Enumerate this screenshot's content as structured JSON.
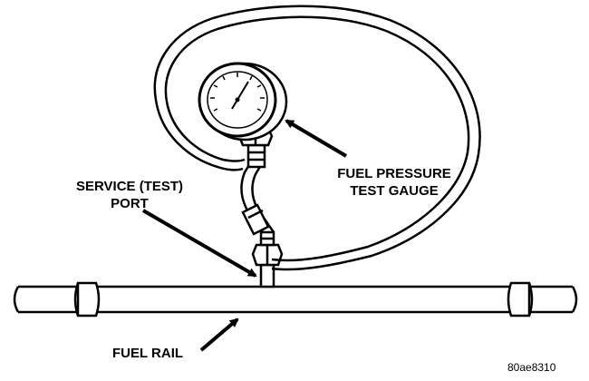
{
  "labels": {
    "service_port_line1": "SERVICE (TEST)",
    "service_port_line2": "PORT",
    "gauge_line1": "FUEL PRESSURE",
    "gauge_line2": "TEST GAUGE",
    "fuel_rail": "FUEL RAIL"
  },
  "figure_id": "80ae8310",
  "colors": {
    "ink": "#000000",
    "paper": "#ffffff"
  }
}
